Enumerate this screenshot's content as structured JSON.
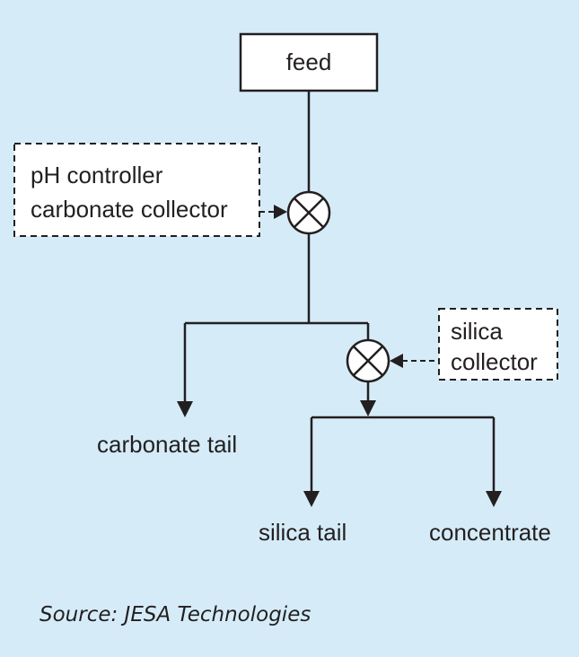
{
  "nodes": {
    "feed": "feed",
    "reagent_1_line_1": "pH controller",
    "reagent_1_line_2": "carbonate collector",
    "reagent_2_line_1": "silica",
    "reagent_2_line_2": "collector"
  },
  "outputs": {
    "carbonate_tail": "carbonate tail",
    "silica_tail": "silica tail",
    "concentrate": "concentrate"
  },
  "source": "Source: JESA Technologies",
  "colors": {
    "background": "#d5ecf8",
    "line": "#231f20",
    "box_fill": "#ffffff"
  },
  "icons": {
    "mixer": "circle-with-x-icon",
    "arrow": "arrowhead-icon"
  }
}
